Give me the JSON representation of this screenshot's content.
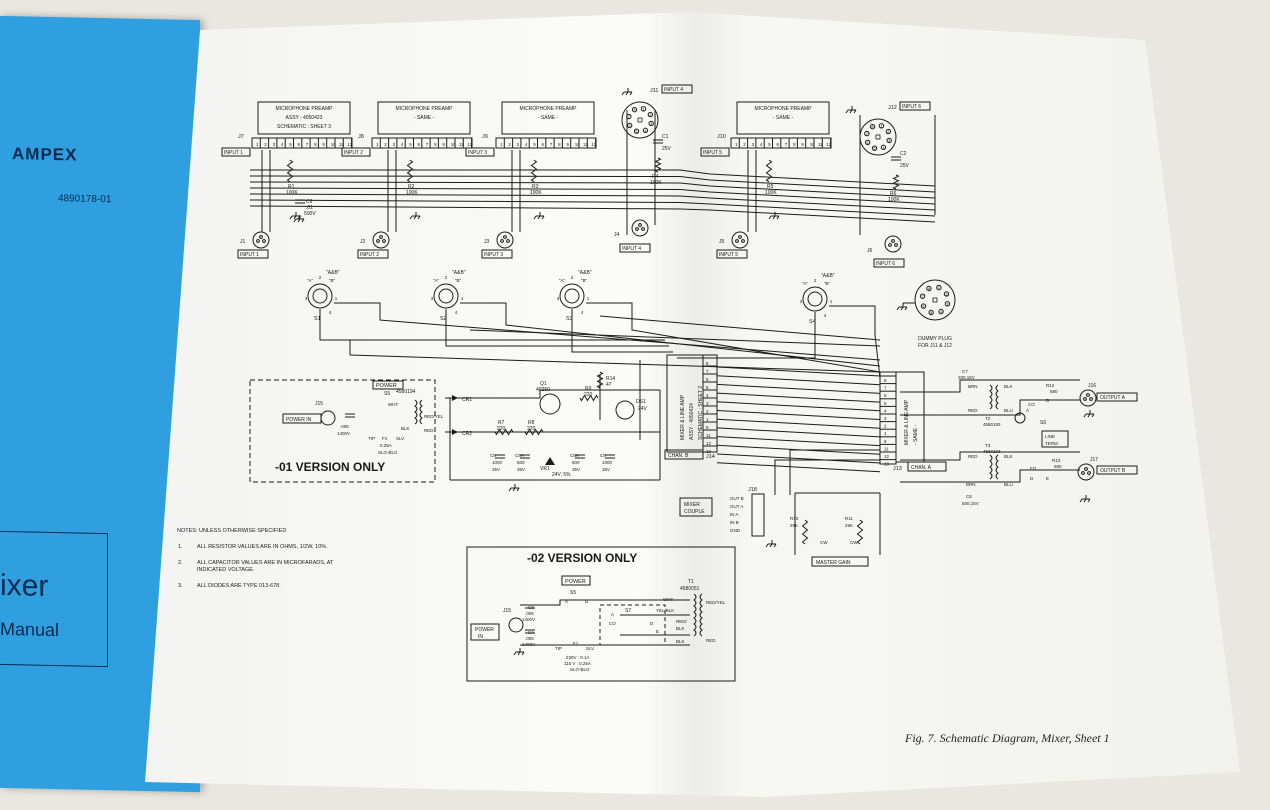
{
  "cover": {
    "brand": "AMPEX",
    "code": "4890178-01",
    "title": "ixer",
    "subtitle": "Manual"
  },
  "caption": "Fig. 7. Schematic Diagram, Mixer, Sheet 1",
  "preamps": [
    {
      "title": "MICROPHONE PREAMP",
      "line2": "ASSY : 4050423",
      "line3": "SCHEMATIC : SHEET 3",
      "jack": "J7",
      "input": "INPUT 1",
      "pot": "R1",
      "potval": "100K",
      "xlr": "J1"
    },
    {
      "title": "MICROPHONE PREAMP",
      "line2": "- SAME -",
      "line3": "",
      "jack": "J8",
      "input": "INPUT 2",
      "pot": "R2",
      "potval": "100K",
      "xlr": "J2"
    },
    {
      "title": "MICROPHONE PREAMP",
      "line2": "- SAME -",
      "line3": "",
      "jack": "J9",
      "input": "INPUT 3",
      "pot": "R3",
      "potval": "100K",
      "xlr": "J3"
    },
    {
      "title": "MICROPHONE PREAMP",
      "line2": "- SAME -",
      "line3": "",
      "jack": "J10",
      "input": "INPUT 5",
      "pot": "R5",
      "potval": "100K",
      "xlr": "J5"
    }
  ],
  "octal_inputs": [
    {
      "jack": "J11",
      "input": "INPUT 4",
      "xlr": "J4",
      "cap": "C1",
      "capval": "25V",
      "pot": "R4",
      "potval": "100K"
    },
    {
      "jack": "J12",
      "input": "INPUT 6",
      "xlr": "J6",
      "cap": "C2",
      "capval": "25V",
      "pot": "R6",
      "potval": "100K"
    }
  ],
  "switches": [
    {
      "name": "S1",
      "label": "\"A&B\""
    },
    {
      "name": "S2",
      "label": "\"A&B\""
    },
    {
      "name": "S3",
      "label": "\"A&B\""
    },
    {
      "name": "S4",
      "label": "\"A&B\""
    }
  ],
  "c9": [
    "C9",
    ".01",
    "500V"
  ],
  "dummy_plug": [
    "DUMMY PLUG",
    "FOR J11 & J12"
  ],
  "mixer_amp_b": {
    "lines": [
      "MIXER & LINE AMP",
      "ASSY : 4050424",
      "SCHEMATIC : SHEET 2"
    ],
    "jack": "J14",
    "chan": "CHAN. B"
  },
  "mixer_amp_a": {
    "lines": [
      "MIXER & LINE AMP",
      "- SAME -"
    ],
    "jack": "J13",
    "chan": "CHAN. A"
  },
  "pins": [
    "8",
    "7",
    "6",
    "5",
    "4",
    "3",
    "2",
    "1",
    "9",
    "11",
    "12",
    "10"
  ],
  "power_01": {
    "title": "POWER",
    "switch": "S5",
    "xfmr": "4580194",
    "wires": [
      "WHT",
      "RED/YEL",
      "BLK",
      "RED"
    ],
    "jack": "J15",
    "input": "POWER IN",
    "caps": [
      ".005",
      "1400V"
    ],
    "fuse": [
      "TIP",
      "F1",
      "SLV",
      "0.25A",
      "SLO-BLO"
    ],
    "version": "-01 VERSION ONLY"
  },
  "supply": {
    "diodes": [
      "CR1",
      "CR2"
    ],
    "resistors": [
      "R7",
      "220",
      "R8",
      "220",
      "R9",
      "220",
      "R14",
      "47"
    ],
    "q1": [
      "Q1",
      "40250"
    ],
    "ds1": [
      "DS1",
      "24V"
    ],
    "caps": [
      "C5",
      "1000",
      "35V",
      "C5A",
      "500",
      "35V",
      "C6A",
      "500",
      "35V",
      "C6",
      "1000",
      "35V"
    ],
    "vr1": [
      "VR1",
      "24V, 5%"
    ]
  },
  "outputs": {
    "c7": [
      "C7",
      "200,15V"
    ],
    "t2": [
      "T2",
      "4580193"
    ],
    "t3": [
      "T3",
      "4580193"
    ],
    "c8": [
      "C8",
      "500,15V"
    ],
    "r12": [
      "R12",
      "680"
    ],
    "r13": [
      "R13",
      "680"
    ],
    "s6": [
      "S6"
    ],
    "line_term": [
      "LINE",
      "TERM"
    ],
    "j16": [
      "J16",
      "OUTPUT A"
    ],
    "j17": [
      "J17",
      "OUTPUT B"
    ],
    "wires": [
      "BRN",
      "BLK",
      "RED",
      "BLU"
    ],
    "contacts": [
      "CO",
      "A",
      "B",
      "FO",
      "D",
      "E"
    ]
  },
  "mixer_couple": {
    "label": [
      "MIXER",
      "COUPLE"
    ],
    "jack": "J18",
    "rows": [
      "OUT B",
      "OUT A",
      "IN A",
      "IN B",
      "GND"
    ]
  },
  "master_gain": {
    "label": "MASTER GAIN",
    "pots": [
      "R10",
      "25K",
      "R11",
      "25K"
    ],
    "cw": "CW"
  },
  "notes": {
    "header": "NOTES: UNLESS OTHERWISE SPECIFIED",
    "items": [
      {
        "n": "1.",
        "lines": [
          "ALL RESISTOR VALUES ARE IN OHMS, 1/2W, 10%."
        ]
      },
      {
        "n": "2.",
        "lines": [
          "ALL CAPACITOR VALUES ARE IN MICROFARADS, AT",
          "INDICATED VOLTAGE."
        ]
      },
      {
        "n": "3.",
        "lines": [
          "ALL DIODES ARE TYPE 013-678."
        ]
      }
    ]
  },
  "power_02": {
    "version": "-02 VERSION ONLY",
    "title": "POWER",
    "switch": "S5",
    "s7": "S7",
    "xfmr": [
      "T1",
      "4580051"
    ],
    "wires": [
      "WHT",
      "YEL/BLK",
      "RED/YEL",
      "RED/",
      "BLK",
      "BLK",
      "RED"
    ],
    "jack": "J15",
    "input": [
      "POWER",
      "IN"
    ],
    "caps": [
      "C3",
      ".005",
      "1400V",
      "C4",
      ".005",
      "1400V"
    ],
    "fuse": [
      "TIP",
      "F1",
      "SLV",
      "230V : 0.1A",
      "115 V : 0.25A",
      "SLO-BLO"
    ],
    "contacts": [
      "A",
      "B",
      "CO",
      "D",
      "E"
    ]
  }
}
